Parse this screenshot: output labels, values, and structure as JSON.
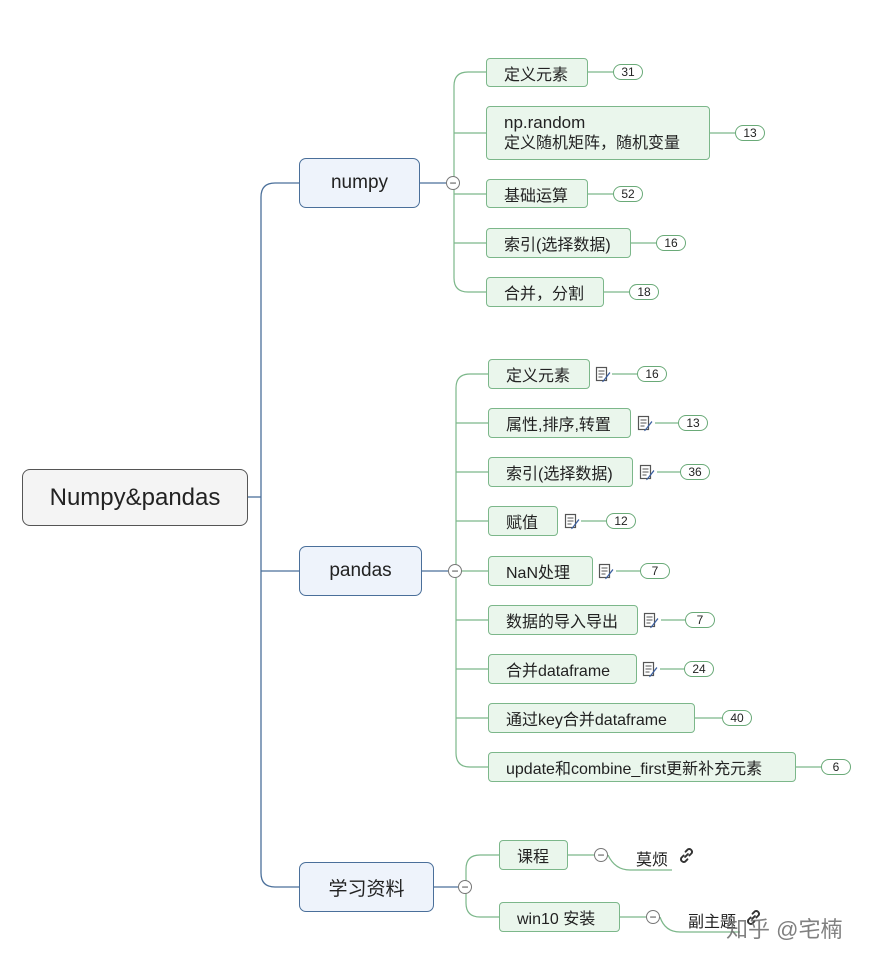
{
  "root": {
    "label": "Numpy&pandas"
  },
  "numpy": {
    "label": "numpy",
    "children": [
      {
        "label": "定义元素",
        "count": "31"
      },
      {
        "label_line1": "np.random",
        "label_line2": "定义随机矩阵，随机变量",
        "count": "13"
      },
      {
        "label": "基础运算",
        "count": "52"
      },
      {
        "label": "索引(选择数据)",
        "count": "16"
      },
      {
        "label": "合并，分割",
        "count": "18"
      }
    ]
  },
  "pandas": {
    "label": "pandas",
    "children": [
      {
        "label": "定义元素",
        "count": "16",
        "has_note": true
      },
      {
        "label": "属性,排序,转置",
        "count": "13",
        "has_note": true
      },
      {
        "label": "索引(选择数据)",
        "count": "36",
        "has_note": true
      },
      {
        "label": "赋值",
        "count": "12",
        "has_note": true
      },
      {
        "label": "NaN处理",
        "count": "7",
        "has_note": true
      },
      {
        "label": "数据的导入导出",
        "count": "7",
        "has_note": true
      },
      {
        "label": "合并dataframe",
        "count": "24",
        "has_note": true
      },
      {
        "label": "通过key合并dataframe",
        "count": "40",
        "has_note": false
      },
      {
        "label": "update和combine_first更新补充元素",
        "count": "6",
        "has_note": false
      }
    ]
  },
  "resources": {
    "label": "学习资料",
    "children": [
      {
        "label": "课程",
        "leaf": "莫烦",
        "leaf_icon": "link-icon"
      },
      {
        "label": "win10 安装",
        "leaf": "副主题",
        "leaf_icon": "link-icon"
      }
    ]
  },
  "collapse_symbol": "−",
  "watermark": "知乎 @宅楠",
  "colors": {
    "root_border": "#555555",
    "main_fill": "#eef3fb",
    "main_border": "#4a6f9a",
    "sub_fill": "#eaf6ec",
    "sub_border": "#7cb78a",
    "trunk_line": "#4a6f9a",
    "branch_line": "#7cb78a"
  }
}
